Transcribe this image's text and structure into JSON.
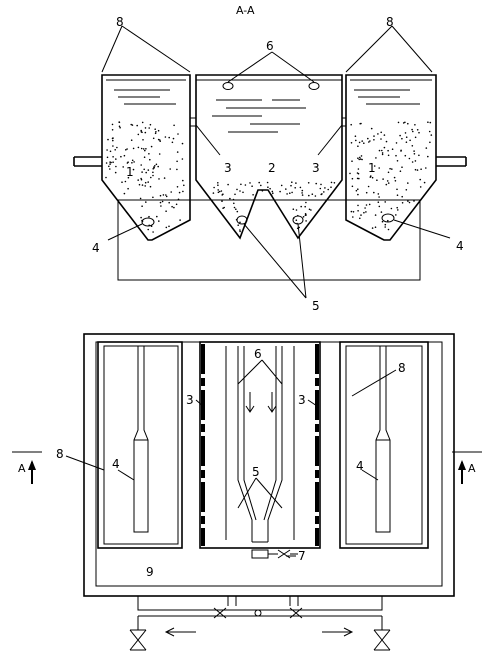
{
  "section": {
    "title": "A-A",
    "marker_left": "A",
    "marker_right": "A"
  },
  "labels": {
    "l1": "1",
    "l2": "2",
    "l3": "3",
    "l4": "4",
    "l5": "5",
    "l6": "6",
    "l7": "7",
    "l8": "8",
    "l9": "9"
  }
}
